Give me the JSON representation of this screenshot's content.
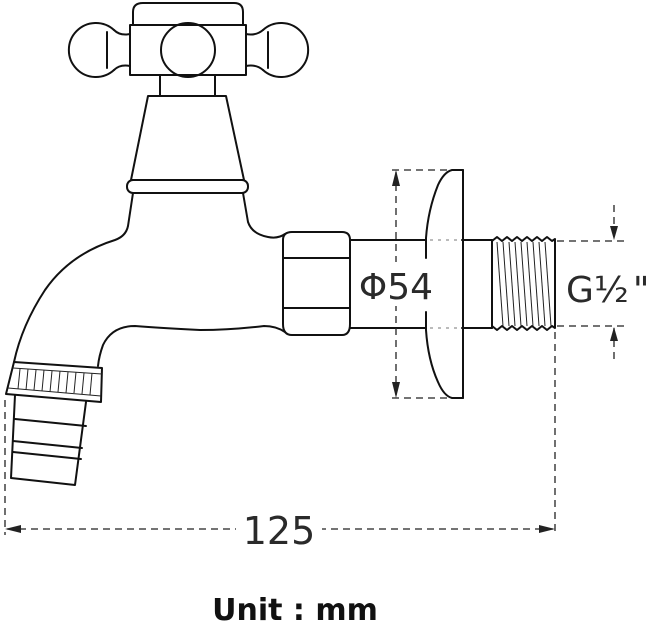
{
  "drawing": {
    "subject": "wall-mounted bibcock faucet",
    "dimensions": {
      "overall_length": "125",
      "flange_diameter": "Φ54",
      "thread_size_letter": "G",
      "thread_size_fraction": "½",
      "thread_size_inch_mark": "\""
    },
    "unit_label": "Unit : mm"
  },
  "colors": {
    "line": "#111111",
    "background": "#ffffff"
  }
}
